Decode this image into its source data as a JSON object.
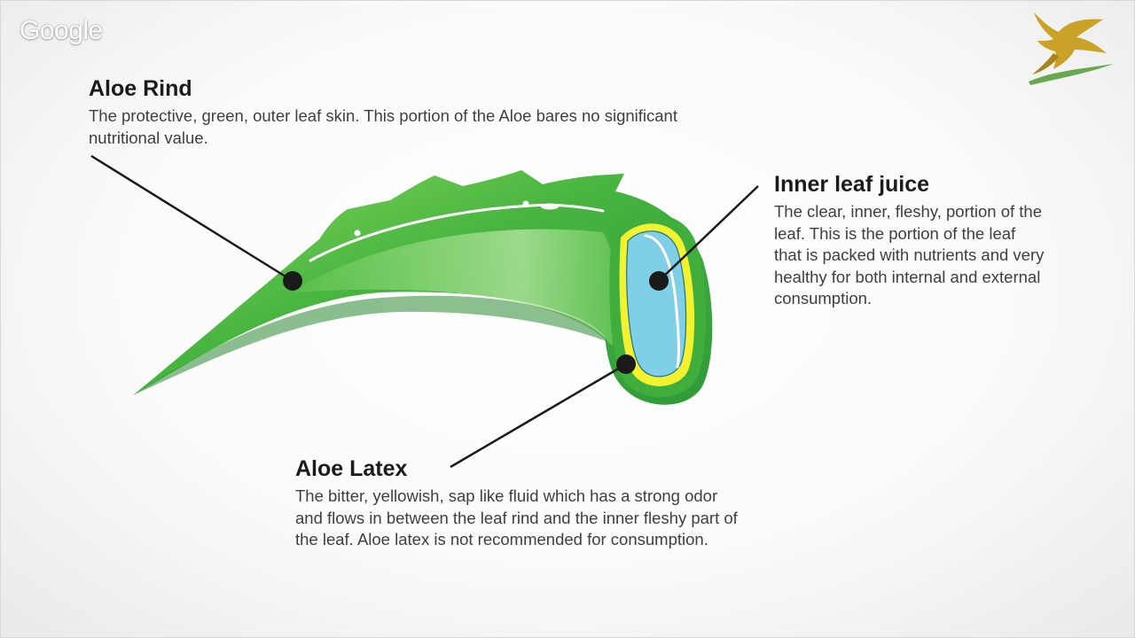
{
  "watermark": {
    "text": "Google"
  },
  "logo": {
    "icon": "eagle-logo-icon",
    "color": "#c9a227"
  },
  "colors": {
    "rind_light": "#7fd35a",
    "rind": "#3fae3c",
    "rind_dark": "#2e8b35",
    "latex": "#f2f230",
    "juice": "#7fcfe6",
    "pointer": "#1a1a1a"
  },
  "callouts": [
    {
      "id": "rind",
      "title": "Aloe Rind",
      "body": "The protective, green, outer leaf skin. This portion of the Aloe bares no significant nutritional value."
    },
    {
      "id": "juice",
      "title": "Inner leaf juice",
      "body": "The clear, inner, fleshy, portion of the leaf. This is the portion of the leaf that is packed with nutrients and very healthy for both internal and external consumption."
    },
    {
      "id": "latex",
      "title": "Aloe Latex",
      "body": "The bitter, yellowish, sap like fluid which has a strong odor and flows in between the leaf rind and the inner fleshy part of the leaf. Aloe latex is not recommended for consumption."
    }
  ]
}
